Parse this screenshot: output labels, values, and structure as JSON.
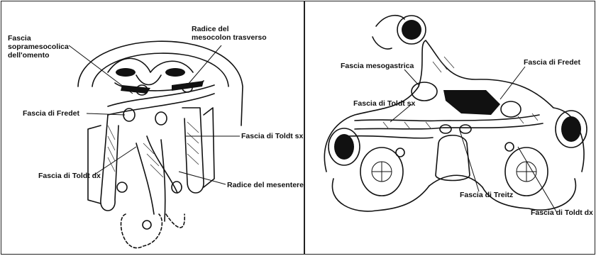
{
  "left_figure": {
    "labels": {
      "fascia_sopramesocolica": "Fascia sopramesocolica dell'omento",
      "radice_mesocolon": "Radice del mesocolon trasverso",
      "fascia_fredet": "Fascia di Fredet",
      "fascia_toldt_sx": "Fascia di Toldt sx",
      "fascia_toldt_dx": "Fascia di Toldt dx",
      "radice_mesentere": "Radice del mesentere"
    }
  },
  "right_figure": {
    "labels": {
      "fascia_mesogastrica": "Fascia mesogastrica",
      "fascia_fredet": "Fascia di Fredet",
      "fascia_toldt_sx": "Fascia di Toldt sx",
      "fascia_treitz": "Fascia di Treitz",
      "fascia_toldt_dx": "Fascia di Toldt dx"
    }
  }
}
